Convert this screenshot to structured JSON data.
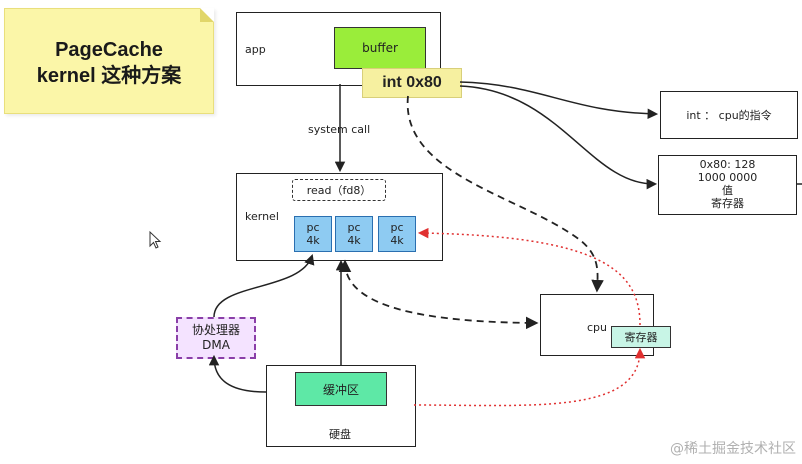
{
  "note": {
    "line1": "PageCache",
    "line2": "kernel 这种方案"
  },
  "app": {
    "label": "app",
    "buffer": "buffer"
  },
  "int_note": "int 0x80",
  "system_call": "system call",
  "kernel": {
    "label": "kernel",
    "read": "read（fd8）",
    "pages": [
      {
        "line1": "pc",
        "line2": "4k"
      },
      {
        "line1": "pc",
        "line2": "4k"
      },
      {
        "line1": "pc",
        "line2": "4k"
      }
    ]
  },
  "int_box": "int ： cpu的指令",
  "reg_box": {
    "line1": "0x80:  128",
    "line2": "1000 0000",
    "line3": "值",
    "line4": "寄存器"
  },
  "dma": {
    "line1": "协处理器",
    "line2": "DMA"
  },
  "cpu": {
    "label": "cpu",
    "register": "寄存器"
  },
  "disk": {
    "buffer": "缓冲区",
    "label": "硬盘"
  },
  "watermark": "@稀土掘金技术社区",
  "colors": {
    "note": "#fbf6a8",
    "buffer": "#9aed3a",
    "int_note": "#f6f0a0",
    "page": "#8ecbf2",
    "dma_fill": "#f4e3ff",
    "dma_border": "#8a3fa8",
    "register": "#c8f5e6",
    "disk_buffer": "#5ee8a6",
    "red_arrow": "#e03030"
  }
}
